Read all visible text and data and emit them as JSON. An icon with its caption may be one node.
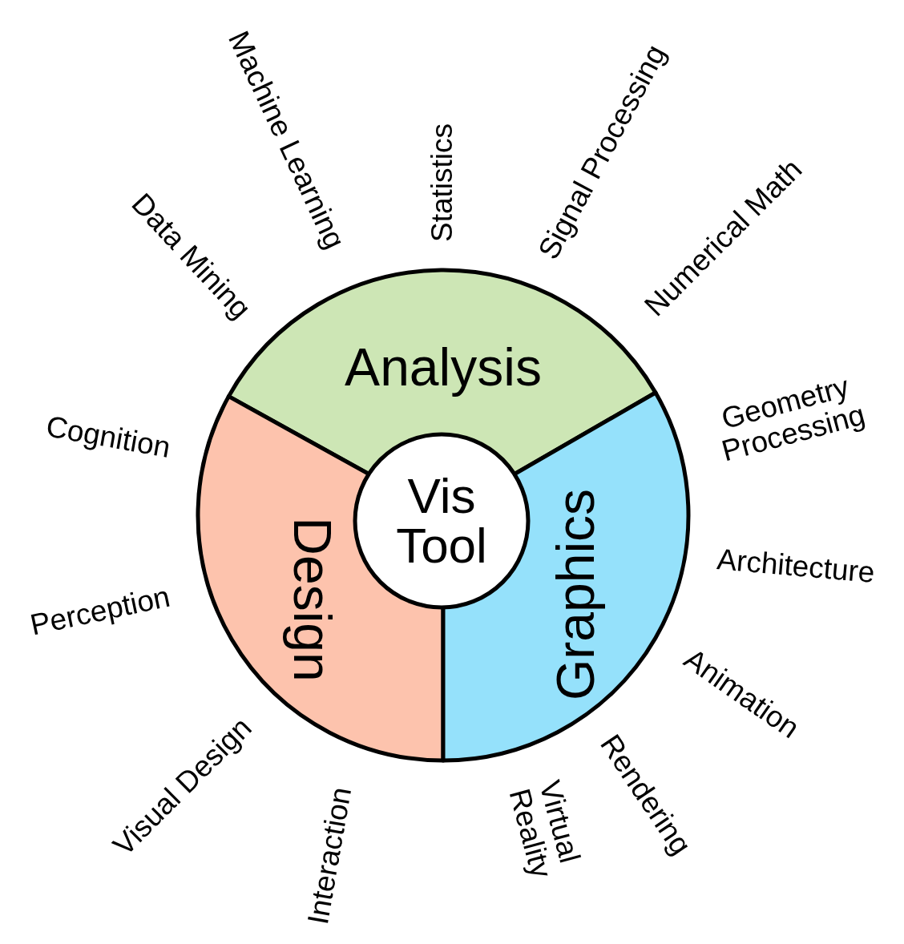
{
  "diagram": {
    "nodes": [
      {
        "text": [
          "Analysis"
        ]
      },
      {
        "text": [
          "Design"
        ]
      },
      {
        "text": [
          "Graphics"
        ]
      },
      {
        "text": [
          "Vis Tool"
        ]
      }
    ],
    "labels": [
      "Machine Learning",
      "Statistics",
      "Signal Processing",
      "Data Mining",
      "Numerical Math",
      "Geometry Processing",
      "Cognition",
      "Architecture",
      "Perception",
      "Animation",
      "Rendering",
      "Visual Design",
      "Virtual Reality",
      "Interaction"
    ]
  }
}
